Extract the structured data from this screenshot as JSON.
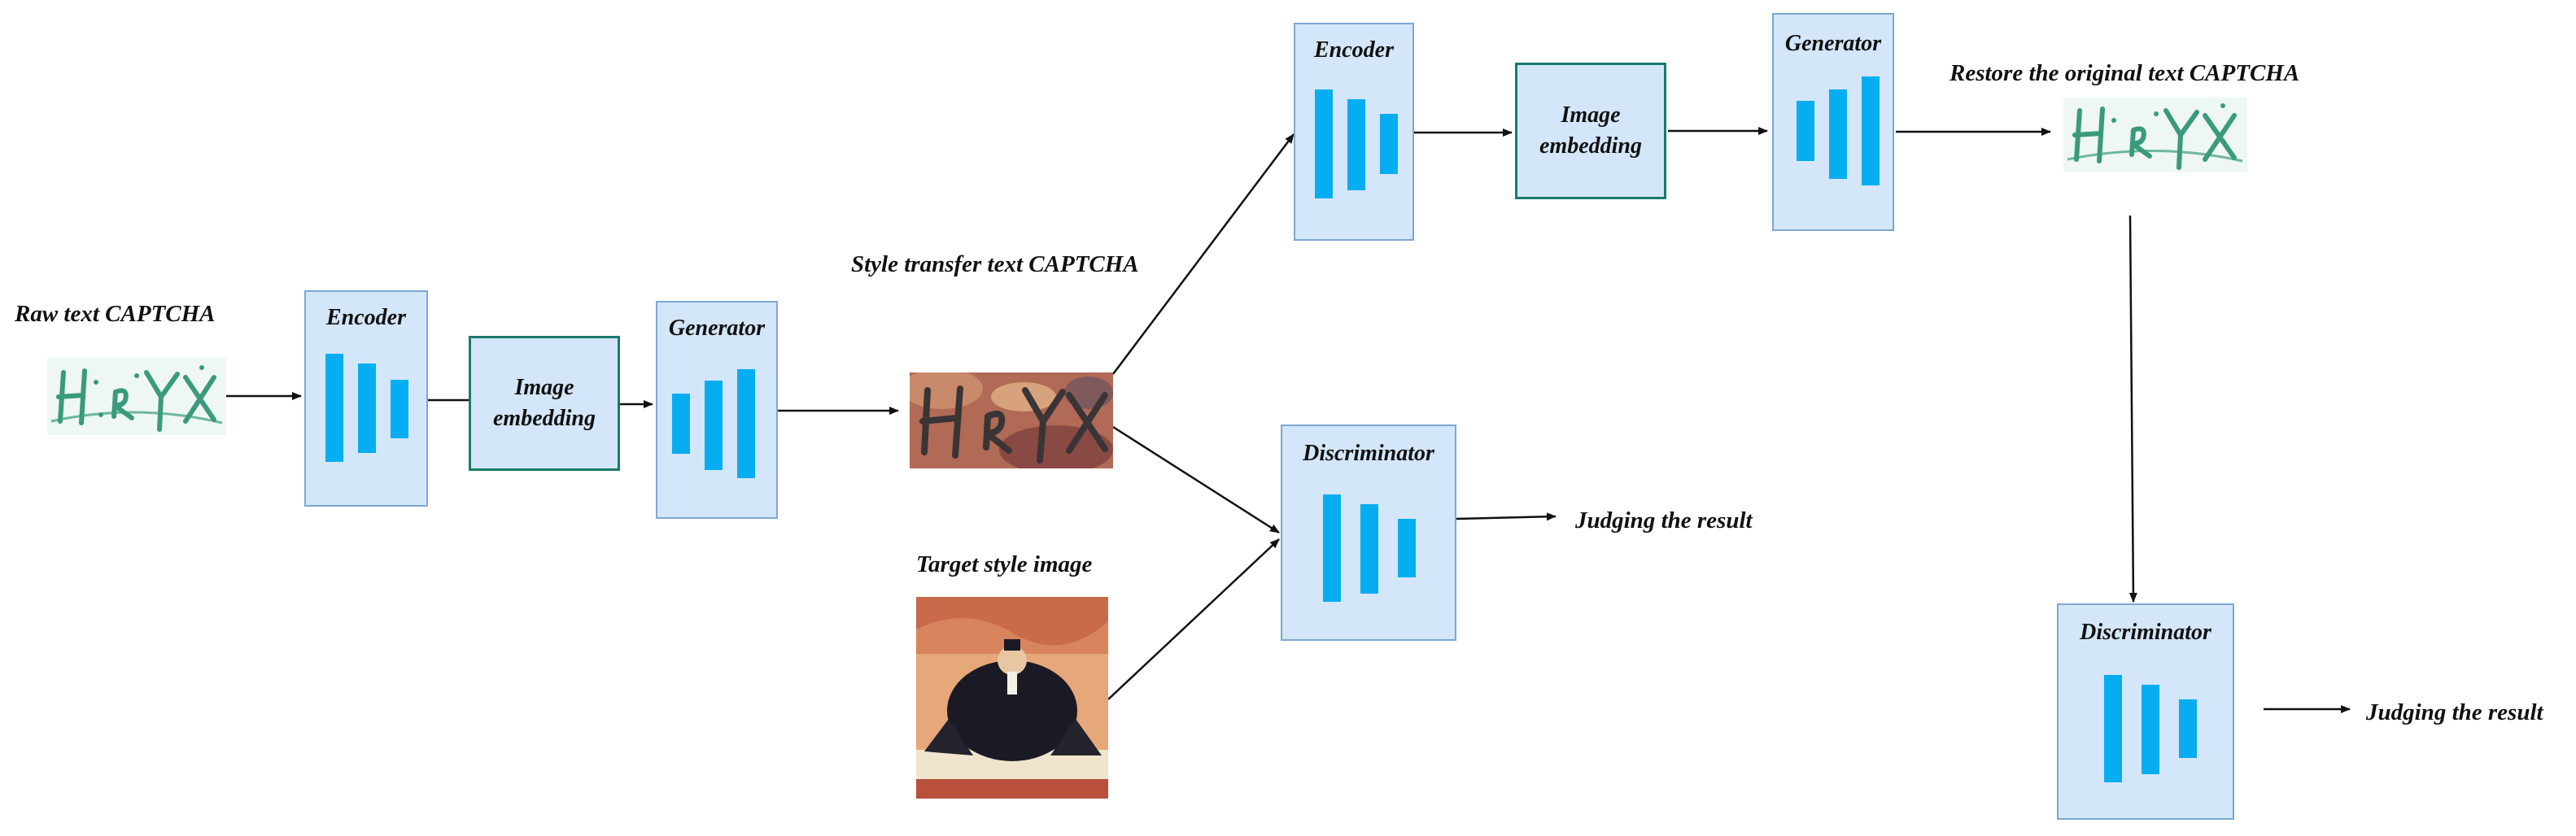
{
  "labels": {
    "raw_captcha": "Raw text CAPTCHA",
    "style_transfer_captcha": "Style transfer text CAPTCHA",
    "target_style_image": "Target style image",
    "restore_original": "Restore the original text CAPTCHA",
    "judging_1": "Judging the result",
    "judging_2": "Judging the result"
  },
  "blocks": {
    "encoder_1": "Encoder",
    "generator_1": "Generator",
    "encoder_2": "Encoder",
    "generator_2": "Generator",
    "discriminator_1": "Discriminator",
    "discriminator_2": "Discriminator"
  },
  "embeddings": {
    "embedding_1": "Image\nembedding",
    "embedding_2": "Image\nembedding"
  },
  "captcha_text": "H R Y X",
  "colors": {
    "block_fill": "#d4e6f9",
    "block_border": "#7da7d4",
    "bar": "#06aef1",
    "embed_border": "#1a7a6c",
    "captcha_green": "#3a9a7c"
  }
}
